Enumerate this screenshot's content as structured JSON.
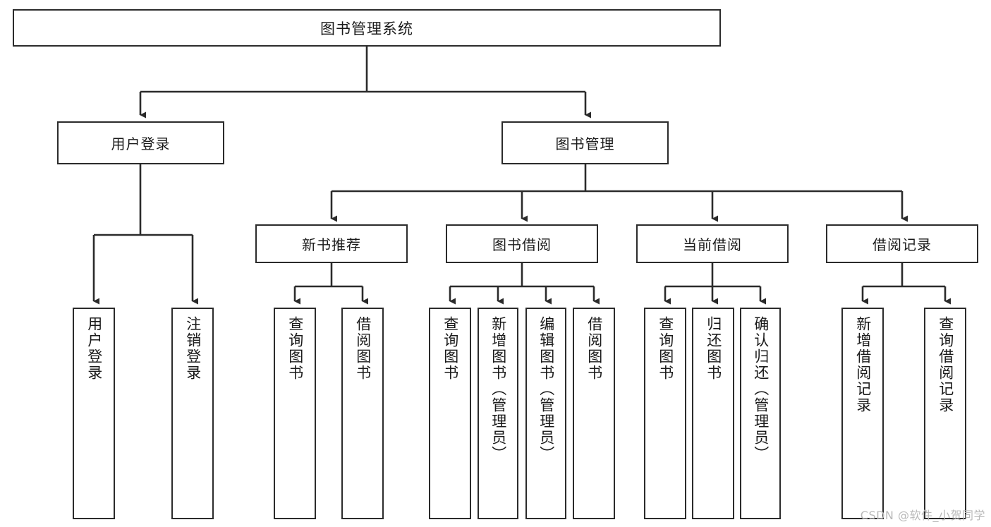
{
  "diagram": {
    "type": "tree",
    "title": "图书管理系统",
    "orientation": "top-down",
    "colors": {
      "background": "#ffffff",
      "box_fill": "#ffffff",
      "box_border": "#2b2b2b",
      "connector": "#2b2b2b",
      "text": "#1a1a1a",
      "watermark": "#b9b9b9"
    }
  },
  "root": {
    "label": "图书管理系统"
  },
  "level2": [
    {
      "label": "用户登录"
    },
    {
      "label": "图书管理"
    }
  ],
  "level3": [
    {
      "label": "新书推荐"
    },
    {
      "label": "图书借阅"
    },
    {
      "label": "当前借阅"
    },
    {
      "label": "借阅记录"
    }
  ],
  "leaves": {
    "user_login": [
      {
        "label": "用户登录"
      },
      {
        "label": "注销登录"
      }
    ],
    "new_book_recommend": [
      {
        "label": "查询图书"
      },
      {
        "label": "借阅图书"
      }
    ],
    "book_borrow": [
      {
        "label": "查询图书"
      },
      {
        "label": "新增图书（管理员）"
      },
      {
        "label": "编辑图书（管理员）"
      },
      {
        "label": "借阅图书"
      }
    ],
    "current_borrow": [
      {
        "label": "查询图书"
      },
      {
        "label": "归还图书"
      },
      {
        "label": "确认归还（管理员）"
      }
    ],
    "borrow_record": [
      {
        "label": "新增借阅记录"
      },
      {
        "label": "查询借阅记录"
      }
    ]
  },
  "watermark": {
    "text": "CSDN @软件_小贺同学"
  }
}
